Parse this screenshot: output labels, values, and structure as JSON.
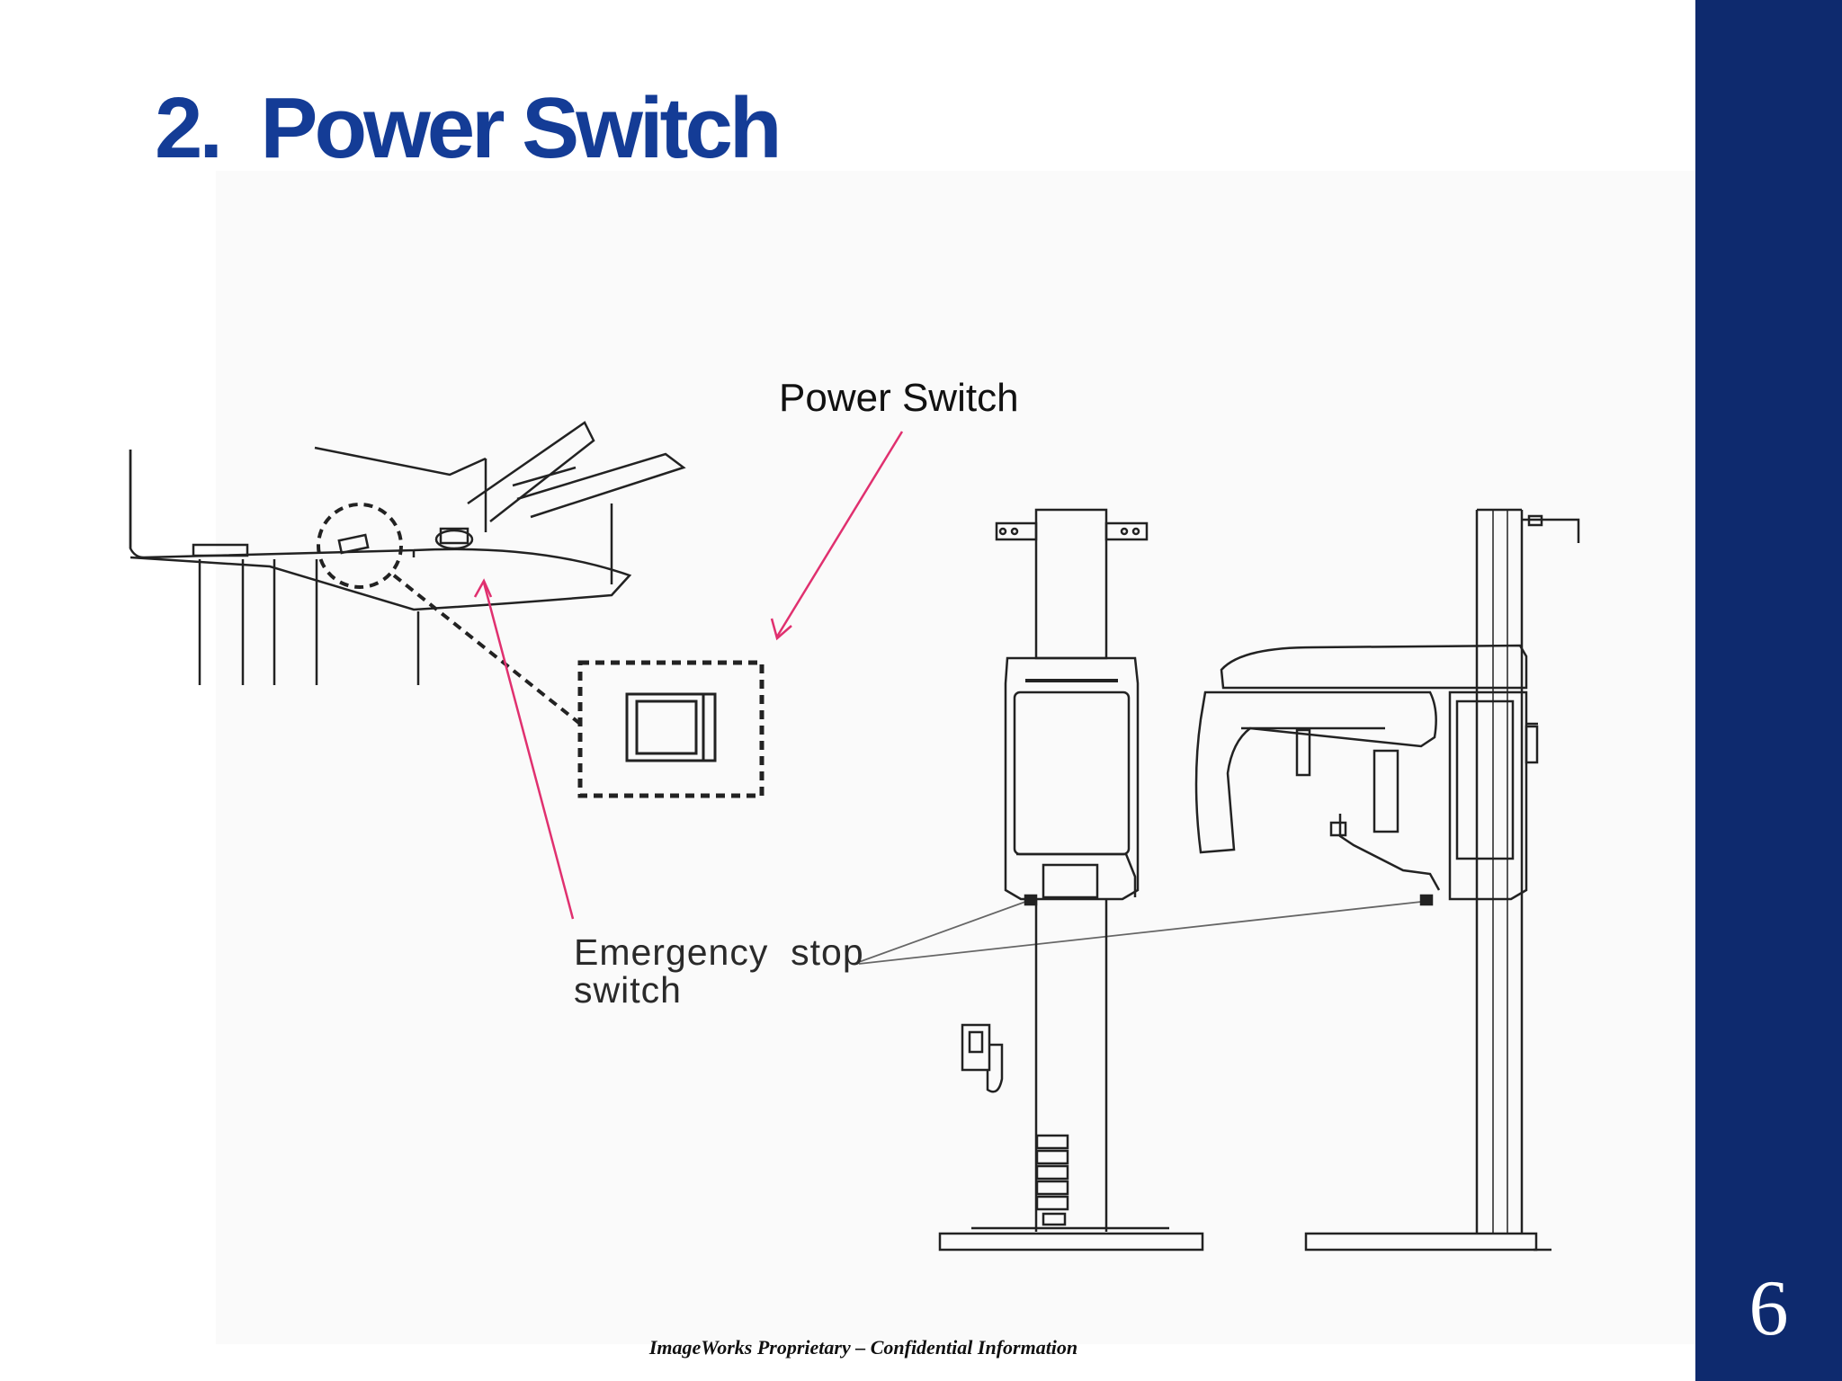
{
  "slide": {
    "title": "2.  Power Switch",
    "page_number": "6",
    "footer": "ImageWorks Proprietary – Confidential Information"
  },
  "figure": {
    "power_switch_label": "Power Switch",
    "emergency_stop_line1": "Emergency  stop",
    "emergency_stop_line2": "switch"
  },
  "colors": {
    "title": "#143c96",
    "sidebar": "#0e2a6e",
    "arrow": "#e0306f"
  }
}
